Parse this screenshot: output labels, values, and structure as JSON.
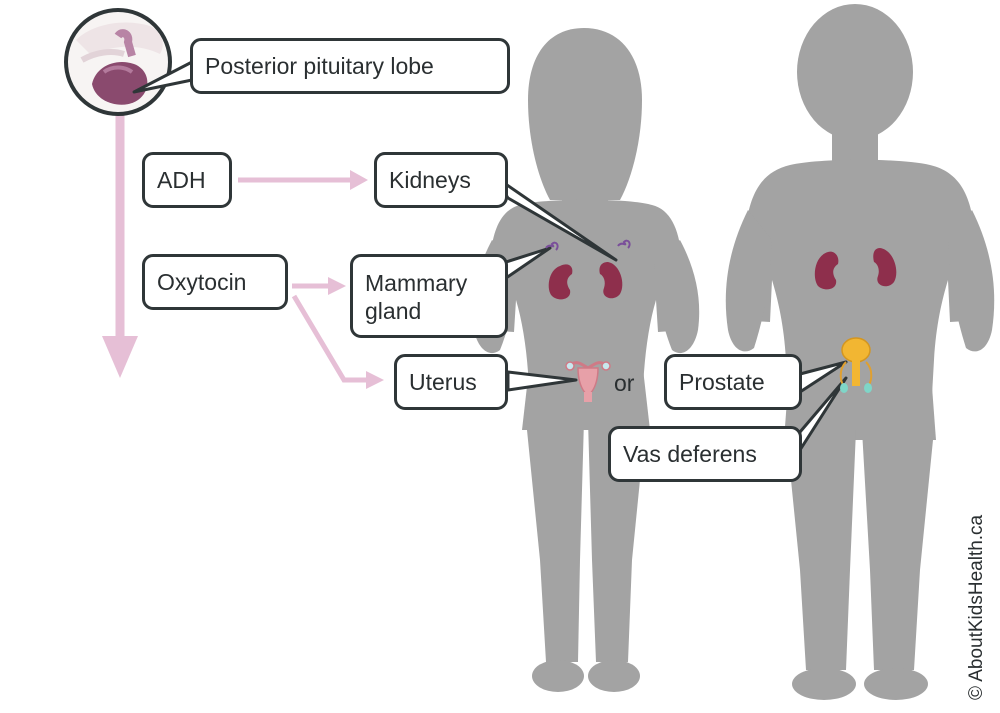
{
  "labels": {
    "posterior_pituitary": "Posterior pituitary lobe",
    "adh": "ADH",
    "oxytocin": "Oxytocin",
    "kidneys": "Kidneys",
    "mammary_gland_line1": "Mammary",
    "mammary_gland_line2": "gland",
    "uterus": "Uterus",
    "or": "or",
    "prostate": "Prostate",
    "vas_deferens": "Vas deferens"
  },
  "credit": "© AboutKidsHealth.ca",
  "colors": {
    "silhouette": "#a3a3a3",
    "arrow": "#e6bfd6",
    "kidney": "#8e2f4c",
    "label_border": "#2f3638",
    "pituitary": "#8a4a6e",
    "uterus": "#e7a0a8",
    "prostate": "#f2b632",
    "testis": "#7fd6c8"
  }
}
